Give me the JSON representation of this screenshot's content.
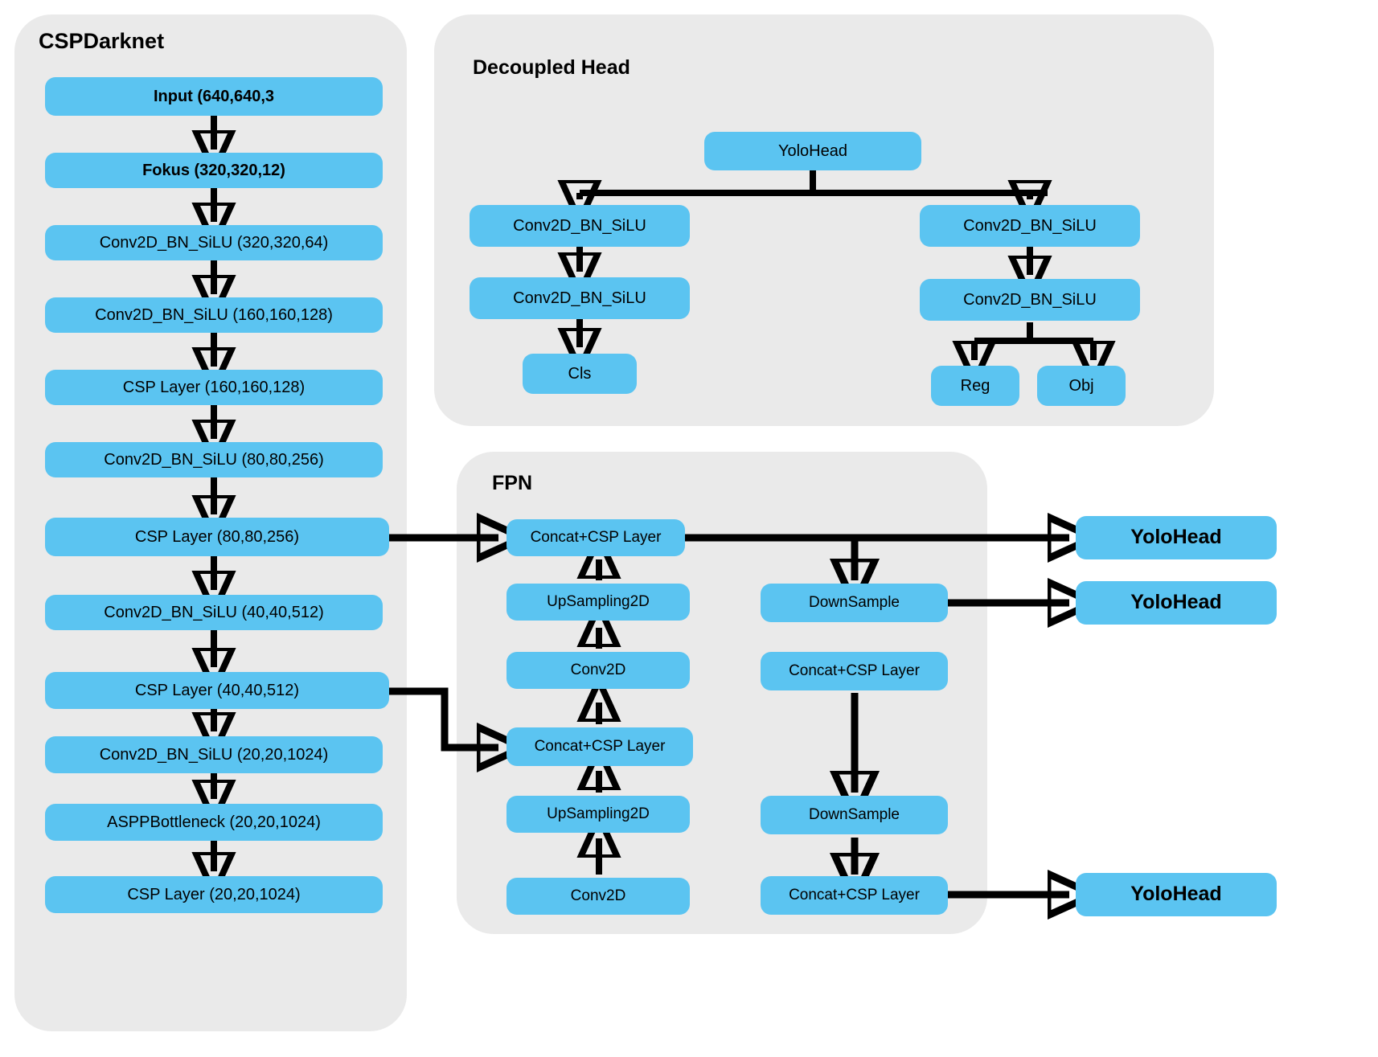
{
  "diagram": {
    "title": "YOLOX-style network architecture diagram",
    "colors": {
      "node_fill": "#5bc4f1",
      "panel_fill": "#eaeaea",
      "page_background": "#ffffff",
      "text": "#000000",
      "arrow": "#000000"
    }
  },
  "panels": {
    "backbone": {
      "label": "CSPDarknet"
    },
    "head": {
      "label": "Decoupled Head"
    },
    "fpn": {
      "label": "FPN"
    }
  },
  "backbone": {
    "label": "CSPDarknet",
    "nodes": [
      {
        "id": "input",
        "label": "Input (640,640,3",
        "bold": true
      },
      {
        "id": "focus",
        "label": "Fokus (320,320,12)",
        "bold": true
      },
      {
        "id": "conv_320",
        "label": "Conv2D_BN_SiLU (320,320,64)",
        "bold": false
      },
      {
        "id": "conv_160",
        "label": "Conv2D_BN_SiLU (160,160,128)",
        "bold": false
      },
      {
        "id": "csp_160",
        "label": "CSP Layer (160,160,128)",
        "bold": false
      },
      {
        "id": "conv_80",
        "label": "Conv2D_BN_SiLU (80,80,256)",
        "bold": false
      },
      {
        "id": "csp_80",
        "label": "CSP Layer (80,80,256)",
        "bold": false
      },
      {
        "id": "conv_40",
        "label": "Conv2D_BN_SiLU (40,40,512)",
        "bold": false
      },
      {
        "id": "csp_40",
        "label": "CSP Layer (40,40,512)",
        "bold": false
      },
      {
        "id": "conv_20",
        "label": "Conv2D_BN_SiLU (20,20,1024)",
        "bold": false
      },
      {
        "id": "asppbottle",
        "label": "ASPPBottleneck (20,20,1024)",
        "bold": false
      },
      {
        "id": "csp_20",
        "label": "CSP Layer (20,20,1024)",
        "bold": false
      }
    ]
  },
  "decoupled_head": {
    "label": "Decoupled Head",
    "nodes": [
      {
        "id": "yolohead",
        "label": "YoloHead"
      },
      {
        "id": "cls_conv1",
        "label": "Conv2D_BN_SiLU"
      },
      {
        "id": "cls_conv2",
        "label": "Conv2D_BN_SiLU"
      },
      {
        "id": "cls_out",
        "label": "Cls"
      },
      {
        "id": "reg_conv1",
        "label": "Conv2D_BN_SiLU"
      },
      {
        "id": "reg_conv2",
        "label": "Conv2D_BN_SiLU"
      },
      {
        "id": "reg_out",
        "label": "Reg"
      },
      {
        "id": "obj_out",
        "label": "Obj"
      }
    ]
  },
  "fpn": {
    "label": "FPN",
    "nodes": [
      {
        "id": "fpn_concat_top",
        "label": "Concat+CSP Layer"
      },
      {
        "id": "fpn_up_top",
        "label": "UpSampling2D"
      },
      {
        "id": "fpn_conv_top",
        "label": "Conv2D"
      },
      {
        "id": "fpn_concat_mid",
        "label": "Concat+CSP Layer"
      },
      {
        "id": "fpn_up_bottom",
        "label": "UpSampling2D"
      },
      {
        "id": "fpn_conv_bottom",
        "label": "Conv2D"
      },
      {
        "id": "fpn_down_top",
        "label": "DownSample"
      },
      {
        "id": "fpn_concat_right1",
        "label": "Concat+CSP Layer"
      },
      {
        "id": "fpn_down_bottom",
        "label": "DownSample"
      },
      {
        "id": "fpn_concat_right2",
        "label": "Concat+CSP Layer"
      }
    ]
  },
  "outputs": {
    "nodes": [
      {
        "id": "out_head_1",
        "label": "YoloHead"
      },
      {
        "id": "out_head_2",
        "label": "YoloHead"
      },
      {
        "id": "out_head_3",
        "label": "YoloHead"
      }
    ]
  }
}
